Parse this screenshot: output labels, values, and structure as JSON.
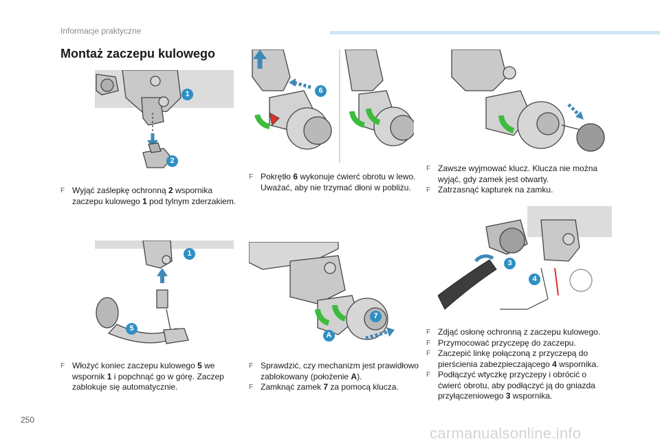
{
  "header": {
    "section": "Informacje praktyczne"
  },
  "title": "Montaż zaczepu kulowego",
  "page_number": "250",
  "watermark": "carmanualsonline.info",
  "figures": {
    "fig1": {
      "callouts": [
        "1",
        "2"
      ]
    },
    "fig2": {
      "callouts": [
        "6"
      ]
    },
    "fig4": {
      "callouts": [
        "1",
        "5"
      ]
    },
    "fig5": {
      "callouts": [
        "7",
        "A"
      ]
    },
    "fig6": {
      "callouts": [
        "3",
        "4"
      ]
    }
  },
  "captions": {
    "c1": {
      "line1_pre": "Wyjąć zaślepkę ochronną ",
      "line1_num": "2",
      "line1_post": " wspornika",
      "line2_pre": "zaczepu kulowego ",
      "line2_num": "1",
      "line2_post": " pod tylnym zderzakiem."
    },
    "c2": {
      "line1_pre": "Pokrętło ",
      "line1_num": "6",
      "line1_post": " wykonuje ćwierć obrotu w lewo.",
      "line2": "Uważać, aby nie trzymać dłoni w pobliżu."
    },
    "c3": {
      "b1_line1": "Zawsze wyjmować klucz. Klucza nie można",
      "b1_line2": "wyjąć, gdy zamek jest otwarty.",
      "b2": "Zatrzasnąć kapturek na zamku."
    },
    "c4": {
      "line1_pre": "Włożyć koniec zaczepu kulowego ",
      "line1_num": "5",
      "line1_post": " we",
      "line2_pre": "wspornik ",
      "line2_num": "1",
      "line2_post": " i popchnąć go w górę. Zaczep",
      "line3": "zablokuje się automatycznie."
    },
    "c5": {
      "b1_line1": "Sprawdzić, czy mechanizm jest prawidłowo",
      "b1_line2_pre": "zablokowany (położenie ",
      "b1_line2_num": "A",
      "b1_line2_post": ").",
      "b2_pre": "Zamknąć zamek ",
      "b2_num": "7",
      "b2_post": " za pomocą klucza."
    },
    "c6": {
      "b1": "Zdjąć osłonę ochronną z zaczepu kulowego.",
      "b2": "Przymocować przyczepę do zaczepu.",
      "b3_line1": "Zaczepić linkę połączoną z przyczepą do",
      "b3_line2_pre": "pierścienia zabezpieczającego ",
      "b3_line2_num": "4",
      "b3_line2_post": " wspornika.",
      "b4_line1": "Podłączyć wtyczkę przyczepy i obrócić o",
      "b4_line2": "ćwierć obrotu, aby podłączyć ją do gniazda",
      "b4_line3_pre": "przyłączeniowego ",
      "b4_line3_num": "3",
      "b4_line3_post": " wspornika."
    }
  },
  "colors": {
    "accent": "#2f8fc4",
    "arrow": "#4a8db8",
    "green": "#3dbb3d",
    "red": "#e0302a",
    "metal": "#b5b5b5",
    "line": "#444444",
    "header_bar": "#cfe6f3"
  }
}
